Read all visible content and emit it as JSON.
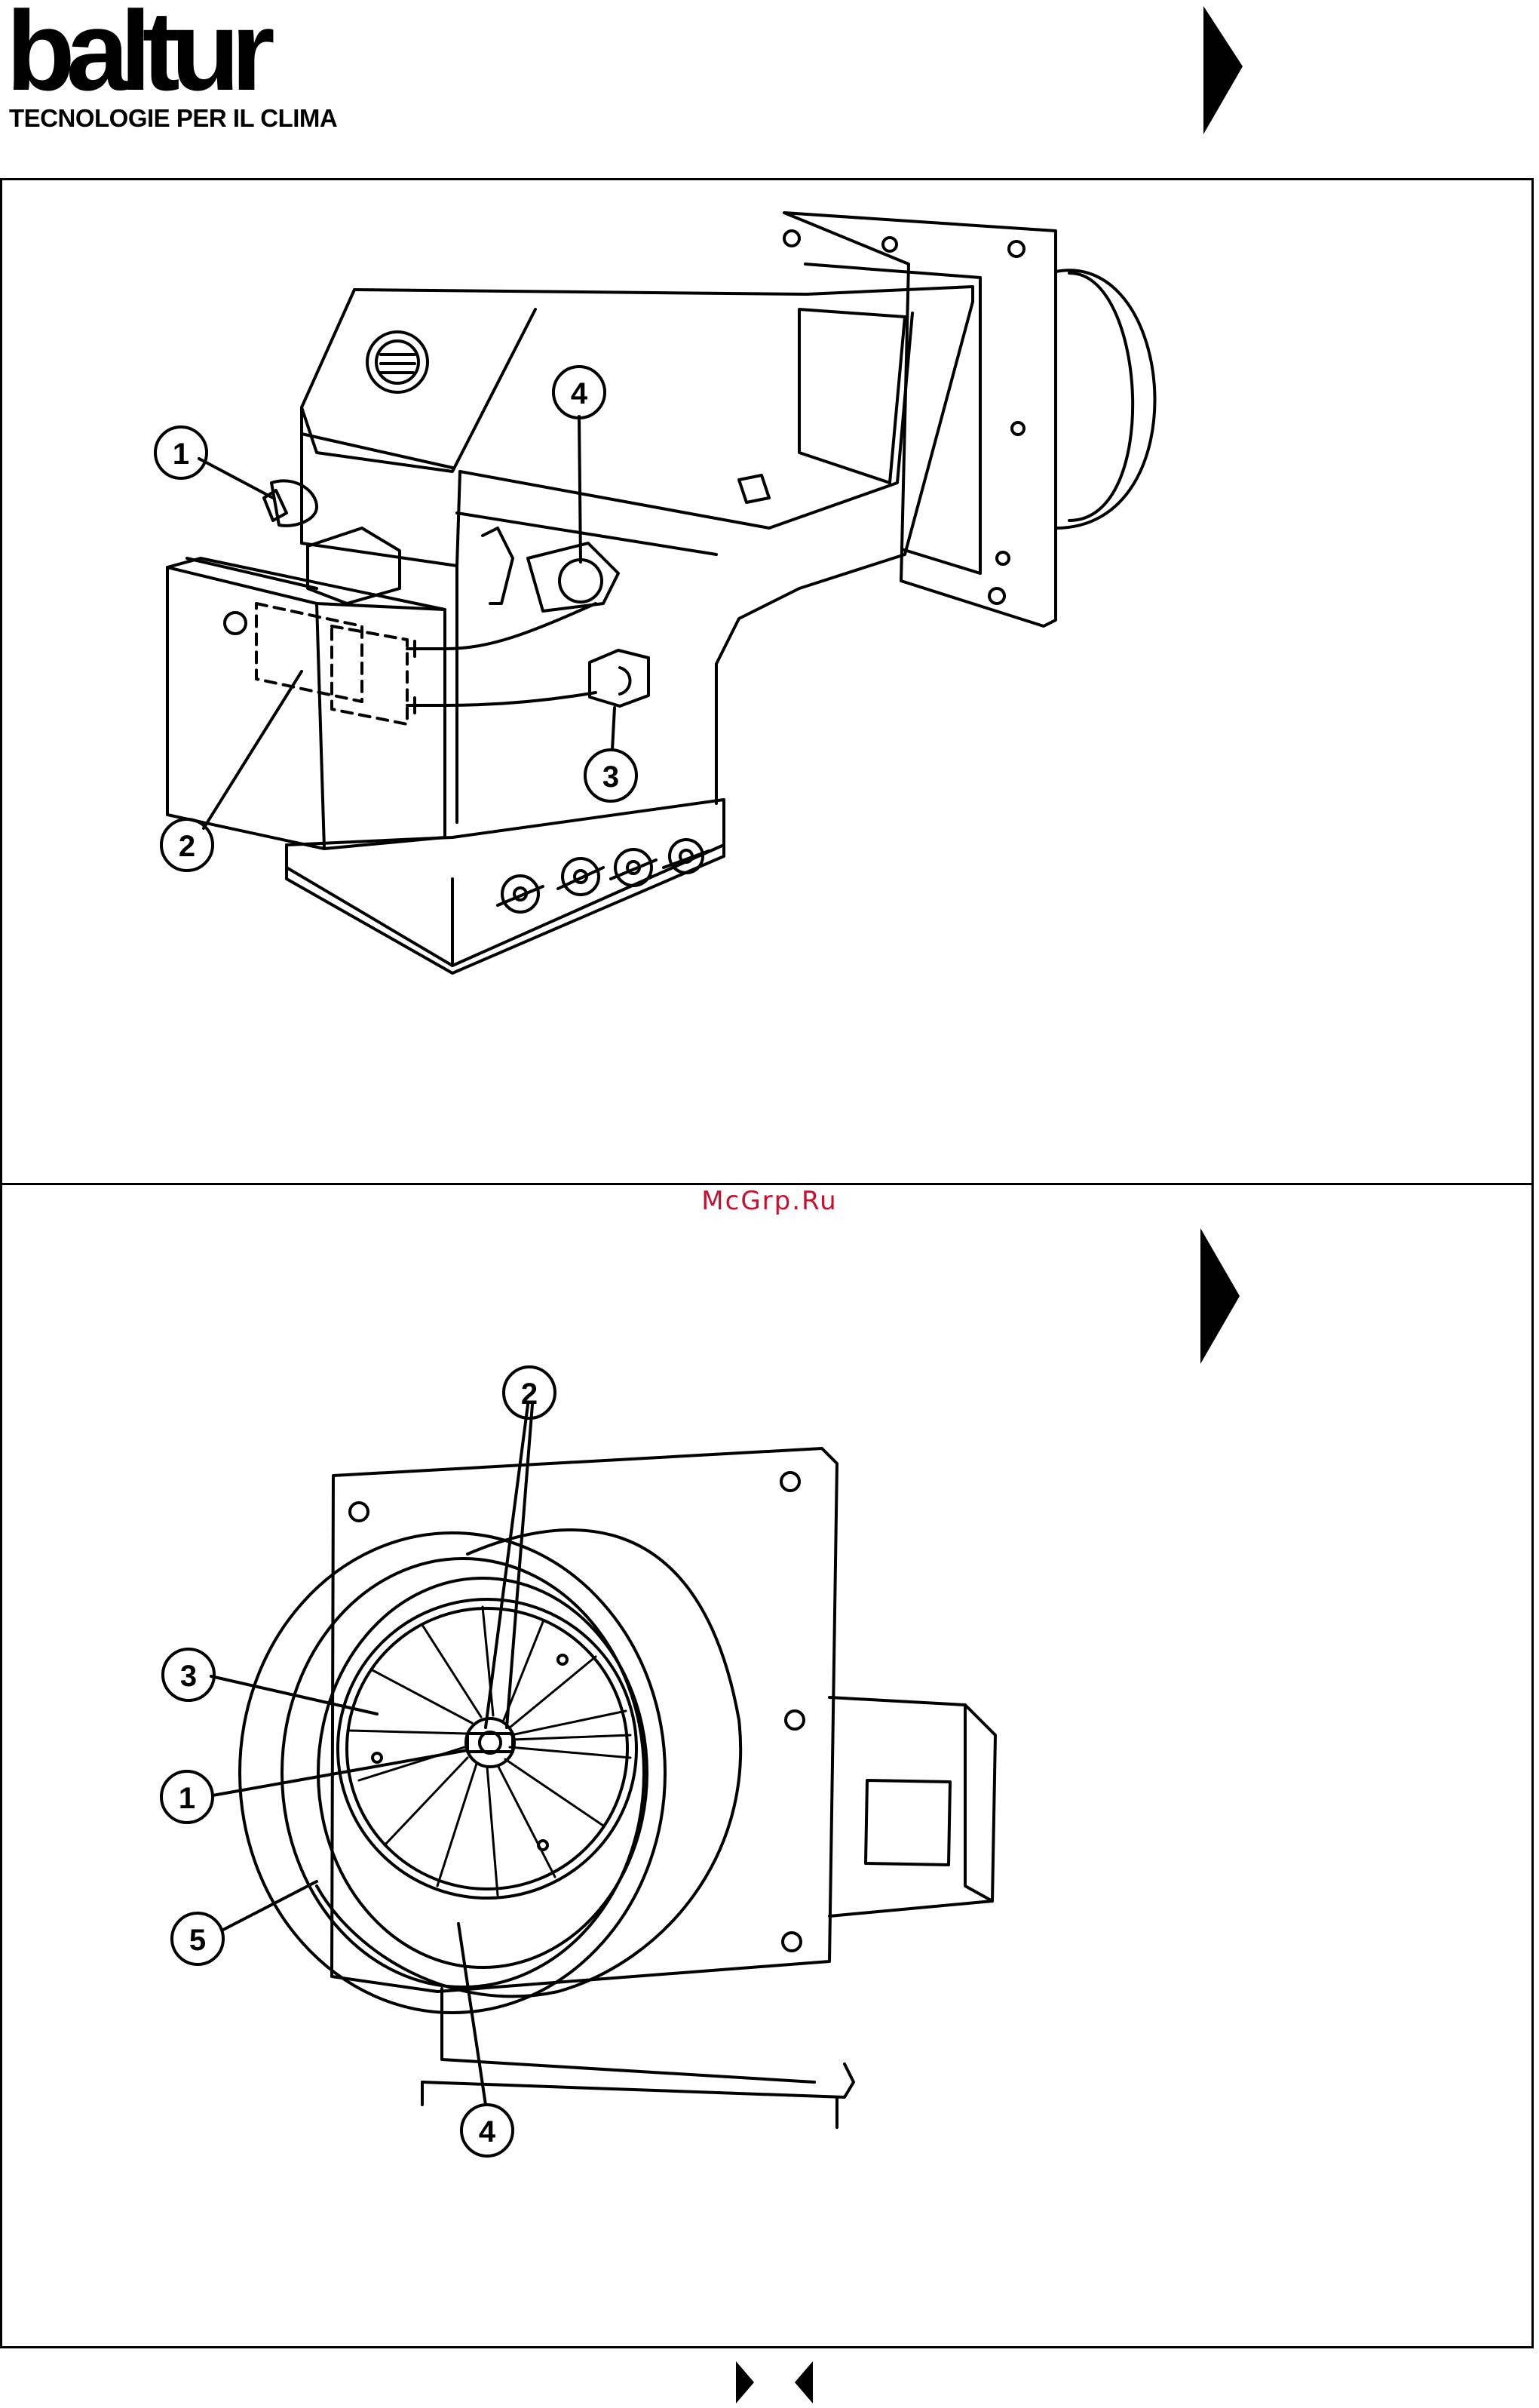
{
  "header": {
    "brand": "baltur",
    "tagline": "TECNOLOGIE PER IL CLIMA"
  },
  "watermark": "McGrp.Ru",
  "figure_top": {
    "callouts": [
      "1",
      "2",
      "3",
      "4"
    ]
  },
  "figure_bottom": {
    "callouts": [
      "2",
      "3",
      "1",
      "5",
      "4"
    ]
  },
  "colors": {
    "ink": "#000000",
    "watermark": "#c8102e",
    "paper": "#ffffff"
  }
}
